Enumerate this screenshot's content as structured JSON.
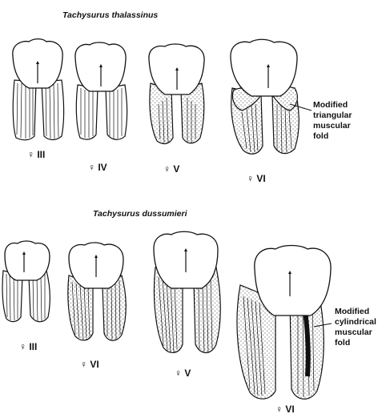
{
  "panel_top": {
    "title": "Tachysurus thalassinus",
    "stages": [
      "♀ III",
      "♀ IV",
      "♀ V",
      "♀ VI"
    ],
    "annotation": [
      "Modified",
      "triangular",
      "muscular",
      "fold"
    ]
  },
  "panel_bottom": {
    "title": "Tachysurus dussumieri",
    "stages": [
      "♀ III",
      "♀ VI",
      "♀ V",
      "♀ VI"
    ],
    "annotation": [
      "Modified",
      "cylindrical",
      "muscular",
      "fold"
    ]
  }
}
